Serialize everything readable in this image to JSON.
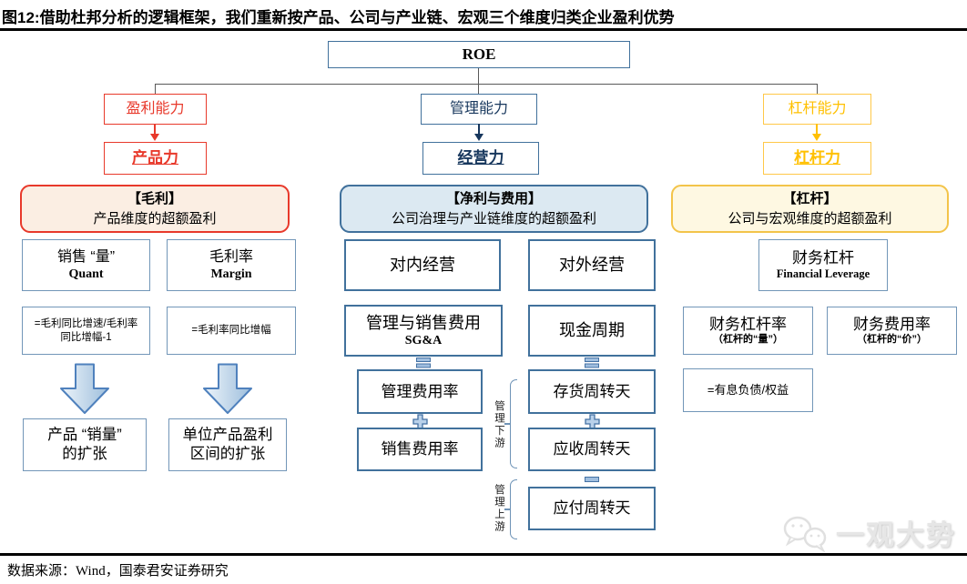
{
  "figure": {
    "title": "图12:借助杜邦分析的逻辑框架，我们重新按产品、公司与产业链、宏观三个维度归类企业盈利优势",
    "source": "数据来源：Wind，国泰君安证券研究",
    "watermark_text": "一观大势"
  },
  "colors": {
    "red_accent": "#E8392B",
    "blue_accent": "#41719C",
    "navy_text": "#17375D",
    "yellow_accent": "#FFC000",
    "group_red_fill": "#FBEEE3",
    "group_blue_fill": "#DCE9F2",
    "group_yellow_fill": "#FEF8E2",
    "arrow_blue": "#4F81BD"
  },
  "root": {
    "label": "ROE"
  },
  "branches": {
    "profit": {
      "ability": "盈利能力",
      "power": "产品力",
      "group_title": "【毛利】",
      "group_subtitle": "产品维度的超额盈利",
      "quant": {
        "cn": "销售 “量”",
        "en": "Quant"
      },
      "margin": {
        "cn": "毛利率",
        "en": "Margin"
      },
      "quant_formula": "=毛利同比增速/毛利率同比增幅-1",
      "margin_formula": "=毛利率同比增幅",
      "quant_outcome": {
        "line1": "产品 “销量”",
        "line2": "的扩张"
      },
      "margin_outcome": {
        "line1": "单位产品盈利",
        "line2": "区间的扩张"
      }
    },
    "manage": {
      "ability": "管理能力",
      "power": "经营力",
      "group_title": "【净利与费用】",
      "group_subtitle": "公司治理与产业链维度的超额盈利",
      "internal": "对内经营",
      "external": "对外经营",
      "sga": {
        "cn": "管理与销售费用",
        "en": "SG&A"
      },
      "cash_cycle": "现金周期",
      "admin_expense_ratio": "管理费用率",
      "selling_expense_ratio": "销售费用率",
      "inventory_days": "存货周转天",
      "receivable_days": "应收周转天",
      "payable_days": "应付周转天",
      "downstream_label": "管理下游",
      "upstream_label": "管理上游"
    },
    "leverage": {
      "ability": "杠杆能力",
      "power": "杠杆力",
      "group_title": "【杠杆】",
      "group_subtitle": "公司与宏观维度的超额盈利",
      "fin_leverage": {
        "cn": "财务杠杆",
        "en": "Financial Leverage"
      },
      "leverage_ratio": {
        "line1": "财务杠杆率",
        "line2": "（杠杆的“量”）"
      },
      "expense_ratio": {
        "line1": "财务费用率",
        "line2": "（杠杆的“价”）"
      },
      "leverage_formula": "=有息负债/权益"
    }
  },
  "operators": {
    "equals_icon": "=",
    "plus_icon": "+",
    "minus_icon": "−"
  }
}
